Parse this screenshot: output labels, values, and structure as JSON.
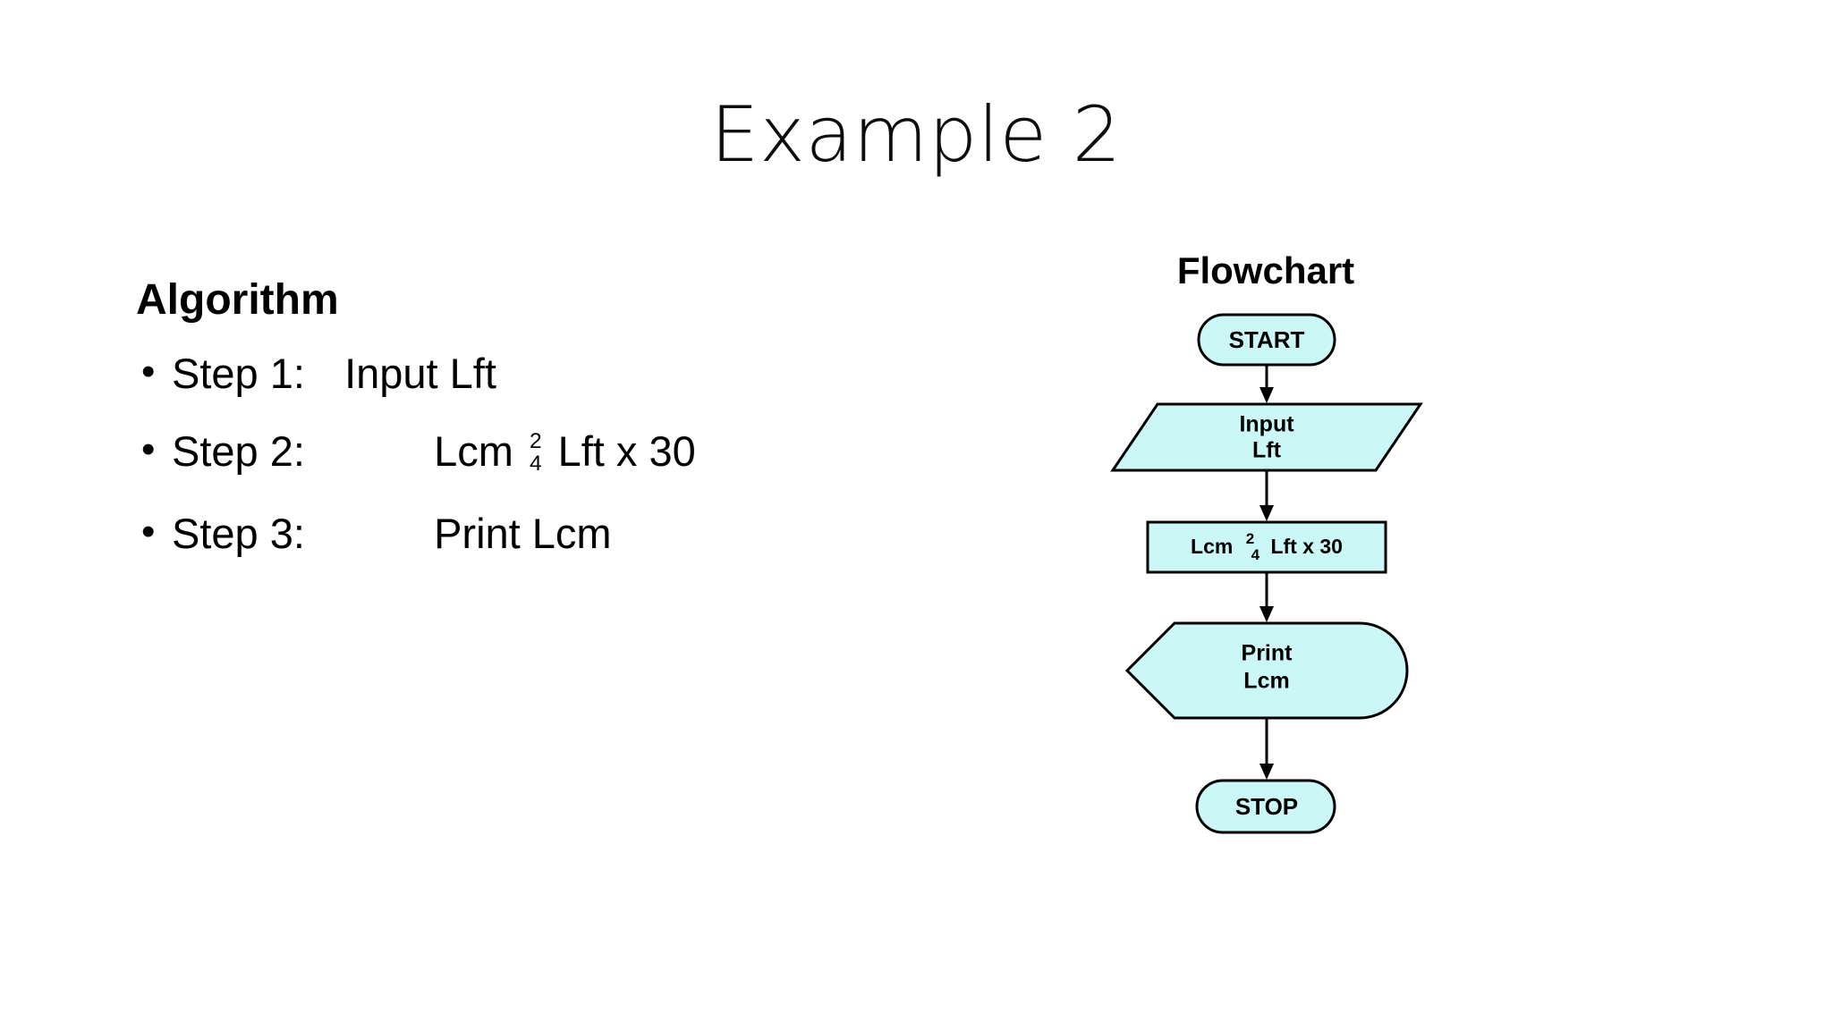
{
  "slide": {
    "title": "Example 2",
    "background_color": "#ffffff",
    "text_color": "#000000"
  },
  "algorithm": {
    "heading": "Algorithm",
    "bullet_glyph": "•",
    "steps": [
      {
        "label": "Step 1:",
        "gap": "narrow",
        "text_before_fraction": "Input Lft",
        "fraction": null,
        "text_after_fraction": ""
      },
      {
        "label": "Step 2:",
        "gap": "wide",
        "text_before_fraction": "Lcm",
        "fraction": {
          "numerator": "2",
          "denominator": "4"
        },
        "text_after_fraction": "Lft x 30"
      },
      {
        "label": "Step 3:",
        "gap": "wide",
        "text_before_fraction": "Print Lcm",
        "fraction": null,
        "text_after_fraction": ""
      }
    ]
  },
  "flowchart": {
    "heading": "Flowchart",
    "shape_fill_color": "#ccf7f7",
    "shape_stroke_color": "#000000",
    "nodes": [
      {
        "id": "start",
        "shape": "terminator",
        "lines": [
          "START"
        ]
      },
      {
        "id": "input",
        "shape": "parallelogram",
        "lines": [
          "Input",
          "Lft"
        ]
      },
      {
        "id": "process",
        "shape": "rectangle",
        "lines": [
          "Lcm 2/4 Lft x 30"
        ],
        "fraction": {
          "numerator": "2",
          "denominator": "4"
        },
        "text_before_fraction": "Lcm",
        "text_after_fraction": "Lft x 30"
      },
      {
        "id": "print",
        "shape": "display",
        "lines": [
          "Print",
          "Lcm"
        ]
      },
      {
        "id": "stop",
        "shape": "terminator",
        "lines": [
          "STOP"
        ]
      }
    ],
    "connectors": [
      {
        "from": "start",
        "to": "input"
      },
      {
        "from": "input",
        "to": "process"
      },
      {
        "from": "process",
        "to": "print"
      },
      {
        "from": "print",
        "to": "stop"
      }
    ]
  }
}
